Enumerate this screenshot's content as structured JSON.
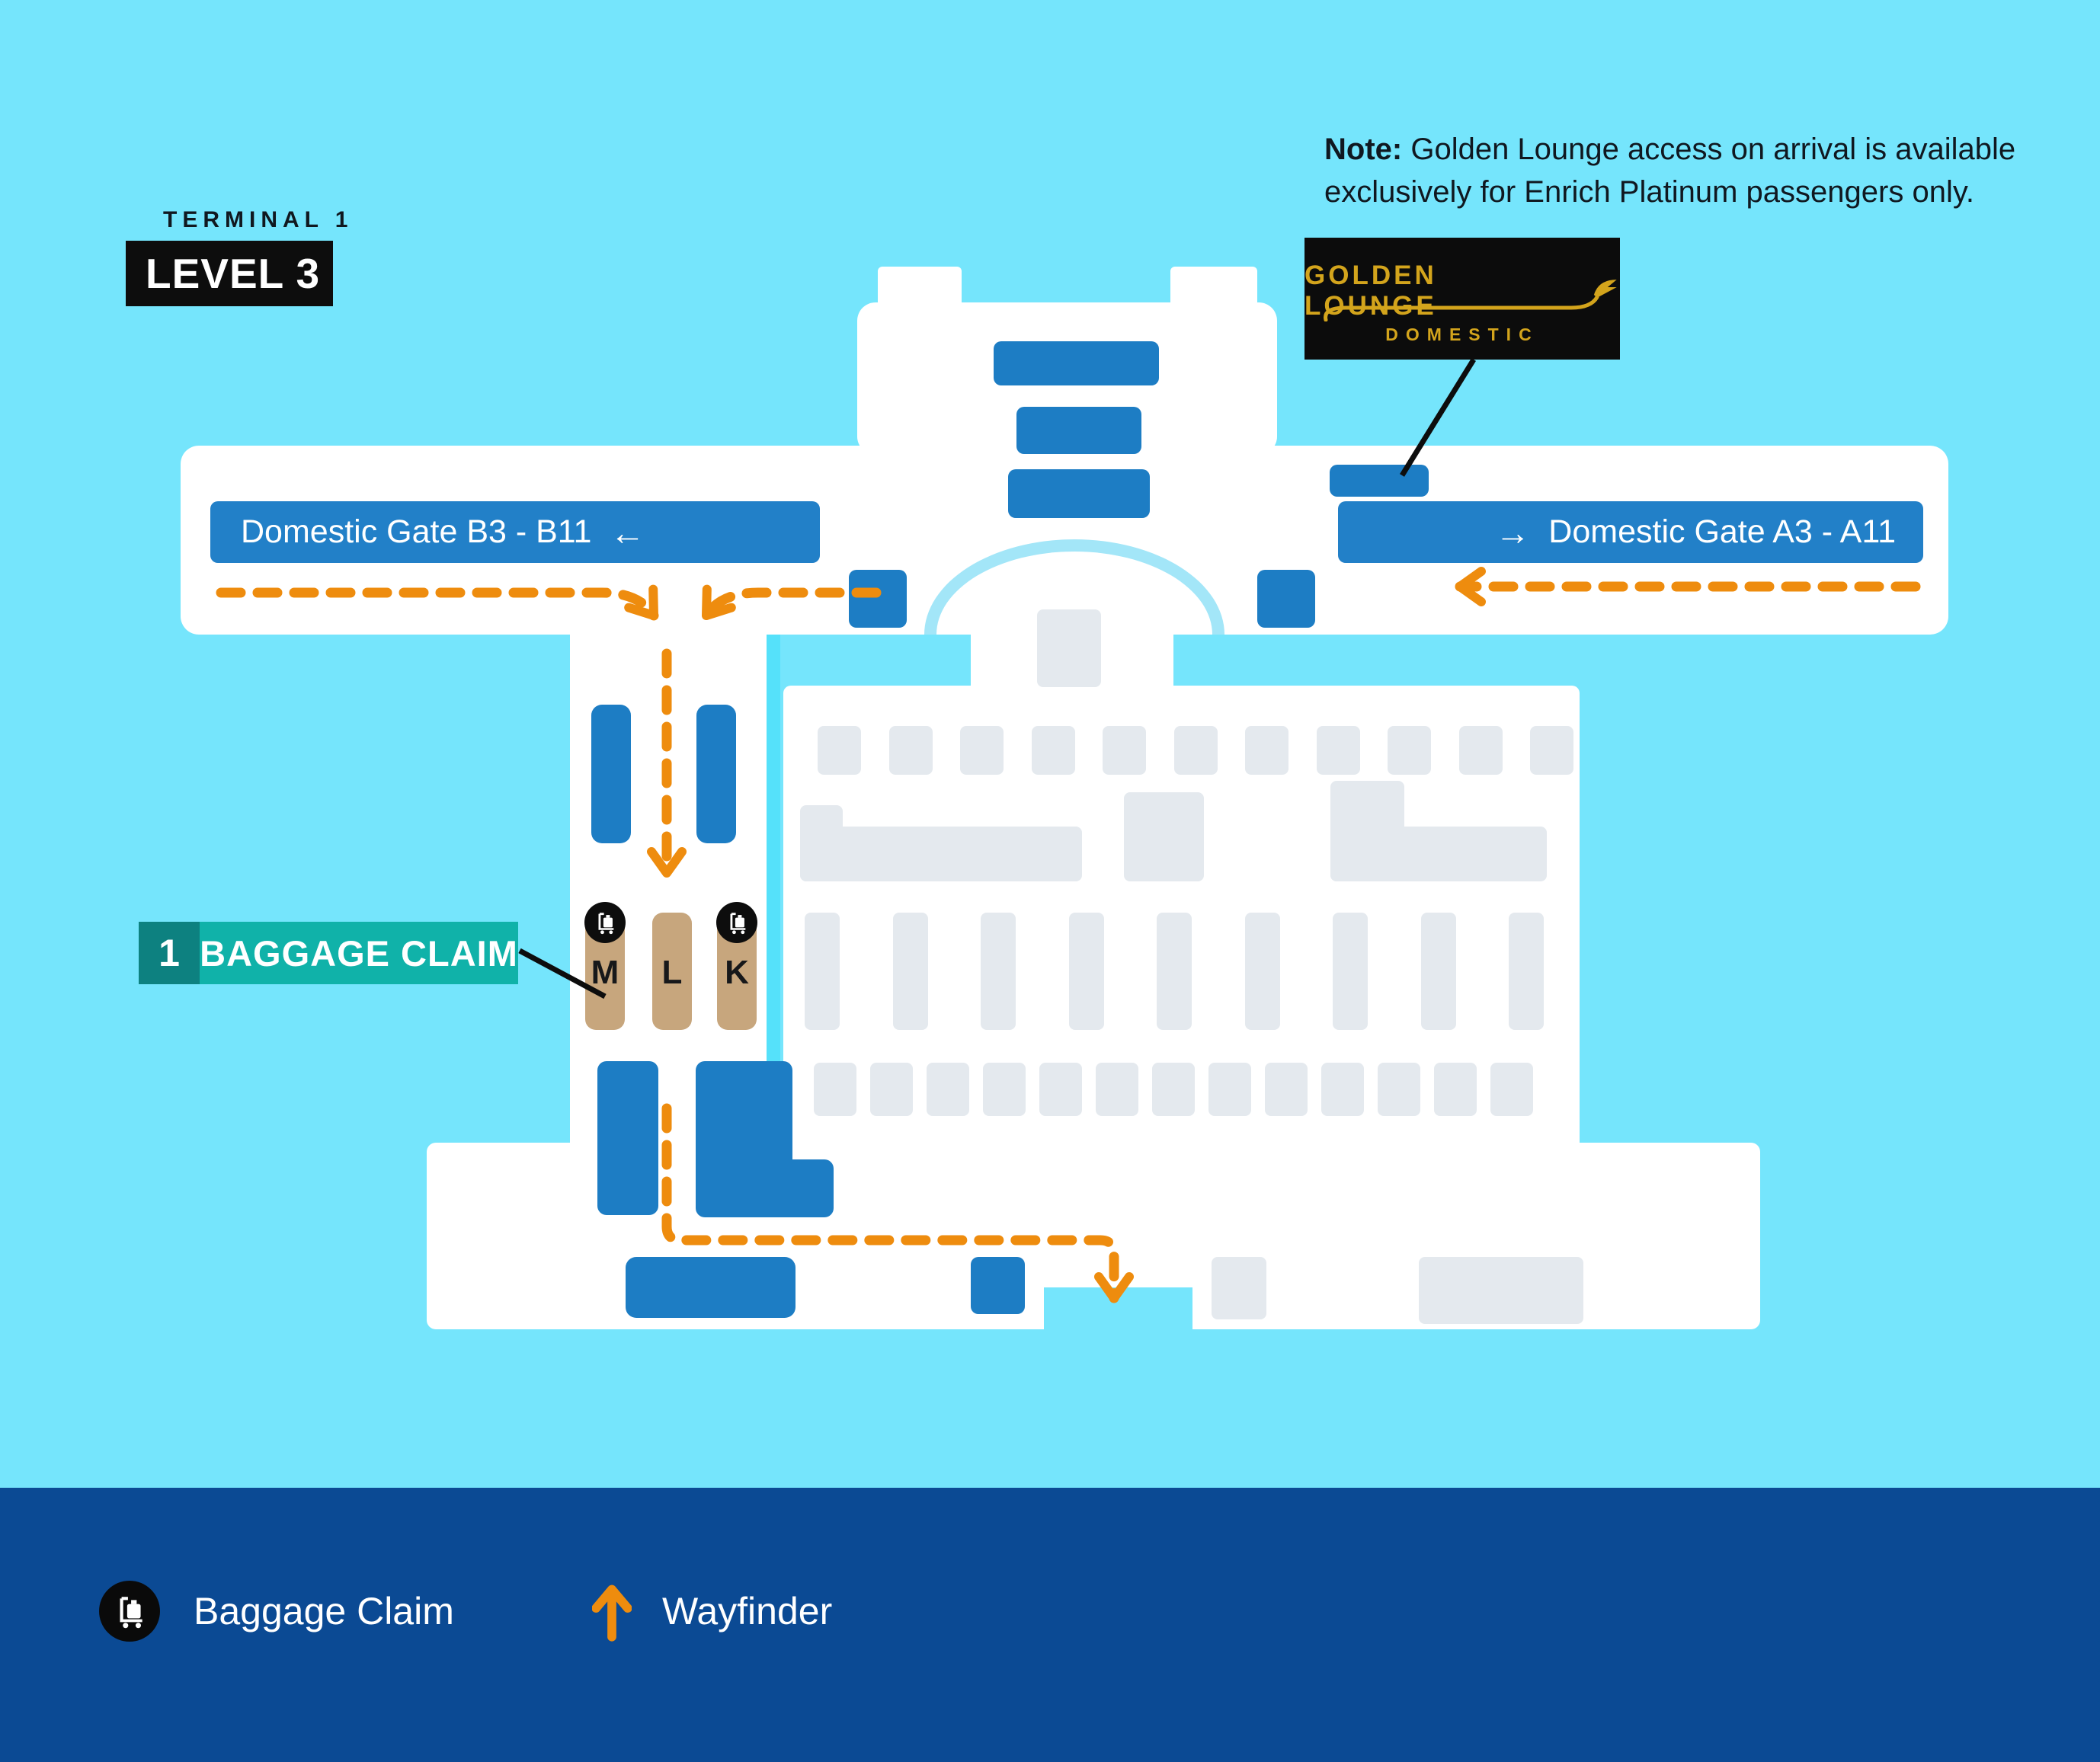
{
  "terminal": {
    "name": "TERMINAL 1",
    "level": "LEVEL 3"
  },
  "note": {
    "label": "Note:",
    "text": " Golden Lounge access on arrival is available exclusively for Enrich Platinum passengers only."
  },
  "golden_lounge": {
    "title": "GOLDEN LOUNGE",
    "subtitle": "DOMESTIC"
  },
  "gates": {
    "b": {
      "label": "Domestic Gate B3 - B11",
      "arrow": "←"
    },
    "a": {
      "label": "Domestic Gate A3 - A11",
      "arrow": "→"
    }
  },
  "baggage_claim": {
    "number": "1",
    "label": "BAGGAGE CLAIM",
    "carousels": [
      "M",
      "L",
      "K"
    ]
  },
  "legend": [
    {
      "icon": "baggage-cart-icon",
      "label": "Baggage Claim"
    },
    {
      "icon": "wayfinder-arrow-icon",
      "label": "Wayfinder"
    }
  ],
  "colors": {
    "background_cyan": "#75e5fc",
    "divider_cyan": "#55e1fa",
    "map_blue": "#1d7dc4",
    "room_gray": "#e4e9ee",
    "carousel_tan": "#c7a67d",
    "teal": "#10b2a9",
    "teal_dark": "#0d8180",
    "wayfinder_orange": "#ee8c0e",
    "footer_navy": "#0b4a94",
    "lounge_gold": "#d3a41c",
    "badge_black": "#0d0d0d"
  }
}
